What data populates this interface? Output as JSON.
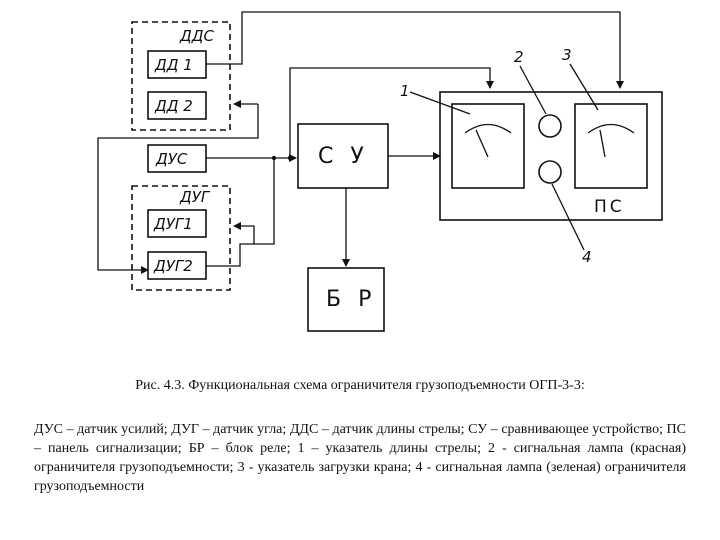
{
  "diagram": {
    "group_dds": "ДДС",
    "block_dd1": "ДД 1",
    "block_dd2": "ДД 2",
    "block_dus": "ДУС",
    "group_dug": "ДУГ",
    "block_dug1": "ДУГ1",
    "block_dug2": "ДУГ2",
    "block_su": "С У",
    "block_br": "Б Р",
    "panel_label": "ПС",
    "callout_1": "1",
    "callout_2": "2",
    "callout_3": "3",
    "callout_4": "4"
  },
  "caption": "Рис. 4.3. Функциональная схема ограничителя грузоподъемности ОГП-3-3:",
  "legend": "ДУС – датчик усилий; ДУГ – датчик угла; ДДС – датчик длины стрелы; СУ – сравнивающее устройство; ПС – панель сигнализации; БР – блок реле; 1 – указатель длины стрелы; 2 - сигнальная лампа (красная) ограничителя грузоподъемности; 3 - указатель загрузки крана; 4 - сигнальная лампа (зеленая) ограничителя грузоподъемности"
}
